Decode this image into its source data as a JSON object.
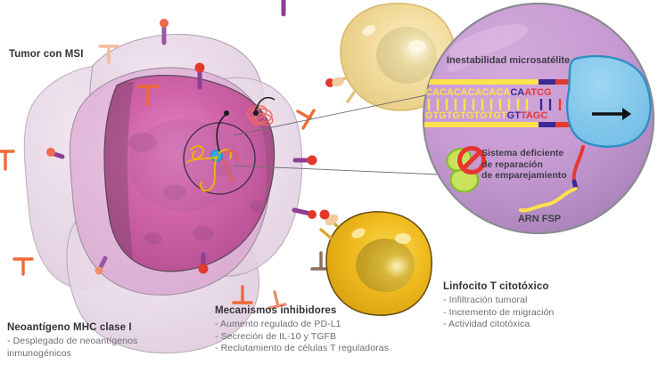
{
  "figure": {
    "language": "es",
    "kind": "biomedical-illustration",
    "subject": "Microsatellite instability (MSI) tumor and cytotoxic T lymphocyte interaction"
  },
  "labels": {
    "tumor": "Tumor con MSI"
  },
  "captions": [
    {
      "id": "neoantigen",
      "title": "Neoantígeno MHC clase I",
      "bullets": [
        "- Desplegado de neoantígenos",
        "  inmunogénicos"
      ]
    },
    {
      "id": "inhibitory",
      "title": "Mecanismos inhibidores",
      "bullets": [
        "- Aumento regulado de PD-L1",
        "- Secreción de IL-10 y TGFB",
        "- Reclutamiento de células T reguladoras"
      ]
    },
    {
      "id": "lymphocyte",
      "title": "Linfocito T citotóxico",
      "bullets": [
        "- Infiltración tumoral",
        "- Incremento de migración",
        "- Actividad citotóxica"
      ]
    }
  ],
  "inset": {
    "title": "Inestabilidad microsatélite",
    "mmr_label": [
      "Sistema deficiente",
      "de reparación",
      "de emparejamiento"
    ],
    "rna_label": "ARN FSP",
    "dna": {
      "top_repeat": "CACACACACACA",
      "top_mismatch": "CA",
      "top_flank": "ATCG",
      "bottom_repeat": "GTGTGTGTGTGT",
      "bottom_mismatch": "GT",
      "bottom_flank": "TAGC"
    },
    "arrow": "→"
  },
  "colors": {
    "background": "#ffffff",
    "text_dark": "#333238",
    "text_muted": "#6d6b72",
    "inset_fill": "#c79ad2",
    "inset_stroke": "#8c8a93",
    "dna_yellow": "#ffe14d",
    "dna_blue": "#3a2a93",
    "dna_red": "#e23a32",
    "polymerase_blue": "#7fc6ea",
    "polymerase_stroke": "#2f8fc4",
    "mmr_green": "#b7d94a",
    "prohibit_red": "#e8352f",
    "tumor_core": "#cf5fa8",
    "tumor_mid": "#d98bc4",
    "tumor_pale": "#e7d4e5",
    "tcell_pale": "#f0dc9a",
    "tcell_gold": "#e8b71d",
    "receptor_purple": "#8e3f93",
    "receptor_red": "#e5382c",
    "receptor_orange": "#ef6a34",
    "receptor_peach": "#f3bb9c"
  }
}
